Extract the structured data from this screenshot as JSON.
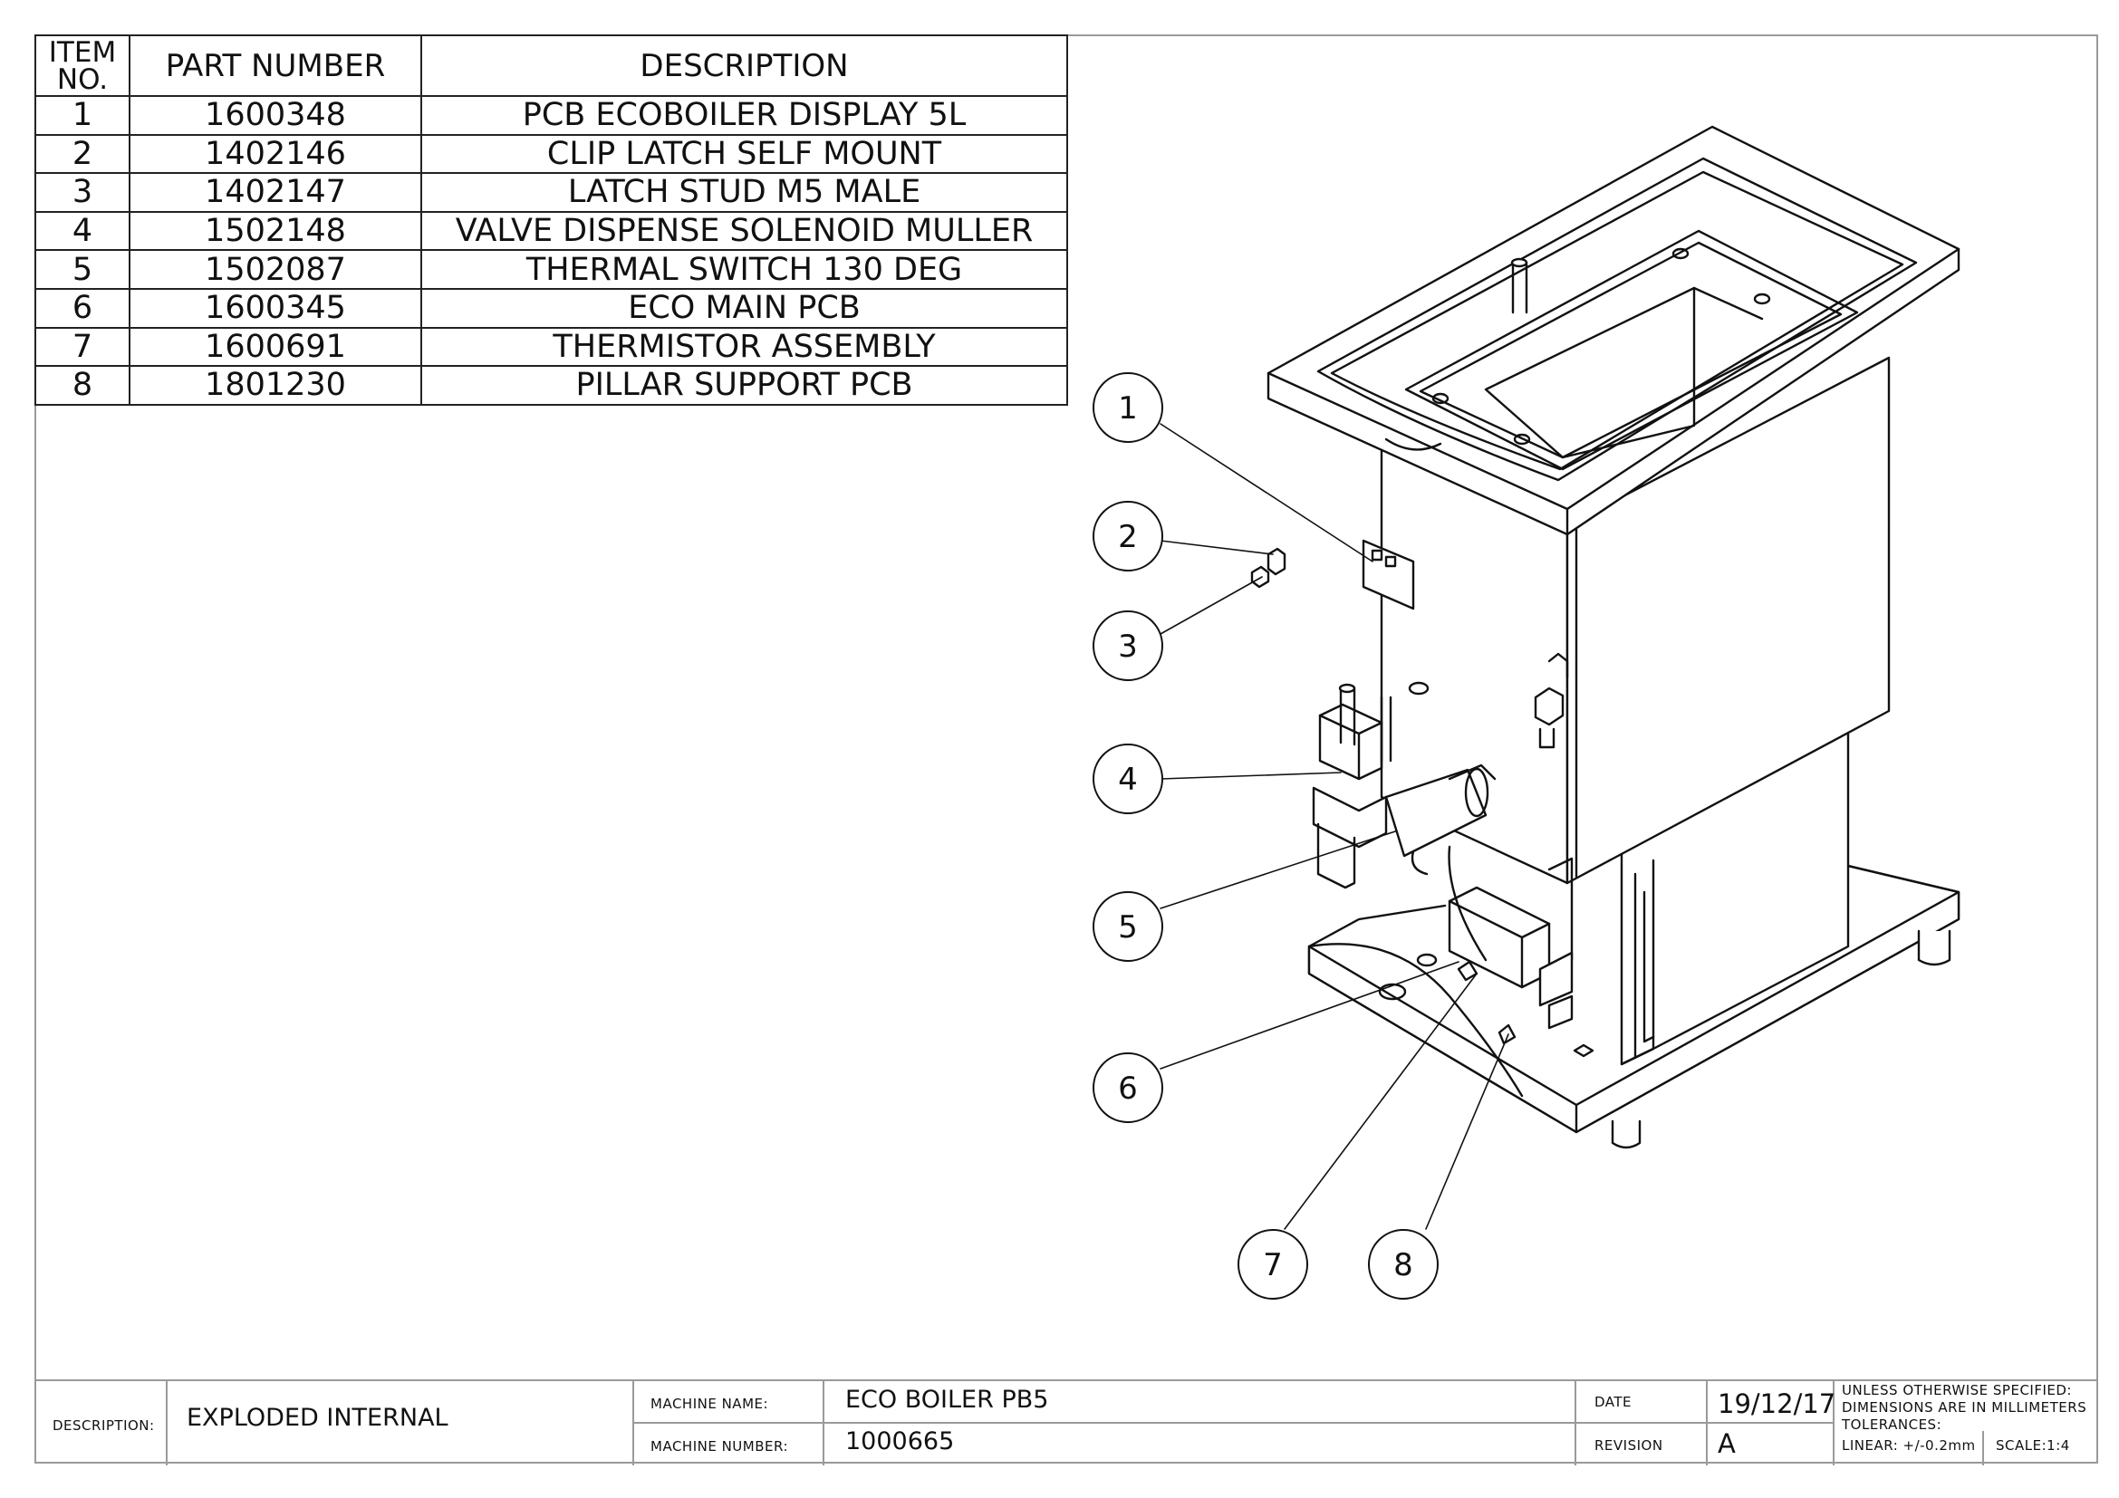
{
  "bom": {
    "headers": {
      "item": "ITEM NO.",
      "part_number": "PART NUMBER",
      "description": "DESCRIPTION"
    },
    "rows": [
      {
        "item": "1",
        "part_number": "1600348",
        "description": "PCB ECOBOILER DISPLAY 5L"
      },
      {
        "item": "2",
        "part_number": "1402146",
        "description": "CLIP LATCH SELF MOUNT"
      },
      {
        "item": "3",
        "part_number": "1402147",
        "description": "LATCH STUD M5 MALE"
      },
      {
        "item": "4",
        "part_number": "1502148",
        "description": "VALVE DISPENSE SOLENOID MULLER"
      },
      {
        "item": "5",
        "part_number": "1502087",
        "description": "THERMAL SWITCH 130 DEG"
      },
      {
        "item": "6",
        "part_number": "1600345",
        "description": "ECO MAIN PCB"
      },
      {
        "item": "7",
        "part_number": "1600691",
        "description": "THERMISTOR ASSEMBLY"
      },
      {
        "item": "8",
        "part_number": "1801230",
        "description": "PILLAR SUPPORT PCB"
      }
    ]
  },
  "balloons": [
    "1",
    "2",
    "3",
    "4",
    "5",
    "6",
    "7",
    "8"
  ],
  "title_block": {
    "description_label": "DESCRIPTION:",
    "description_value": "EXPLODED INTERNAL",
    "machine_name_label": "MACHINE NAME:",
    "machine_name_value": "ECO BOILER PB5",
    "machine_number_label": "MACHINE NUMBER:",
    "machine_number_value": "1000665",
    "date_label": "DATE",
    "date_value": "19/12/17",
    "revision_label": "REVISION",
    "revision_value": "A",
    "tolerance_line1": "UNLESS OTHERWISE SPECIFIED:",
    "tolerance_line2": "DIMENSIONS ARE IN MILLIMETERS",
    "tolerance_line3": "TOLERANCES:",
    "tolerance_line4": "LINEAR: +/-0.2mm",
    "scale": "SCALE:1:4"
  }
}
